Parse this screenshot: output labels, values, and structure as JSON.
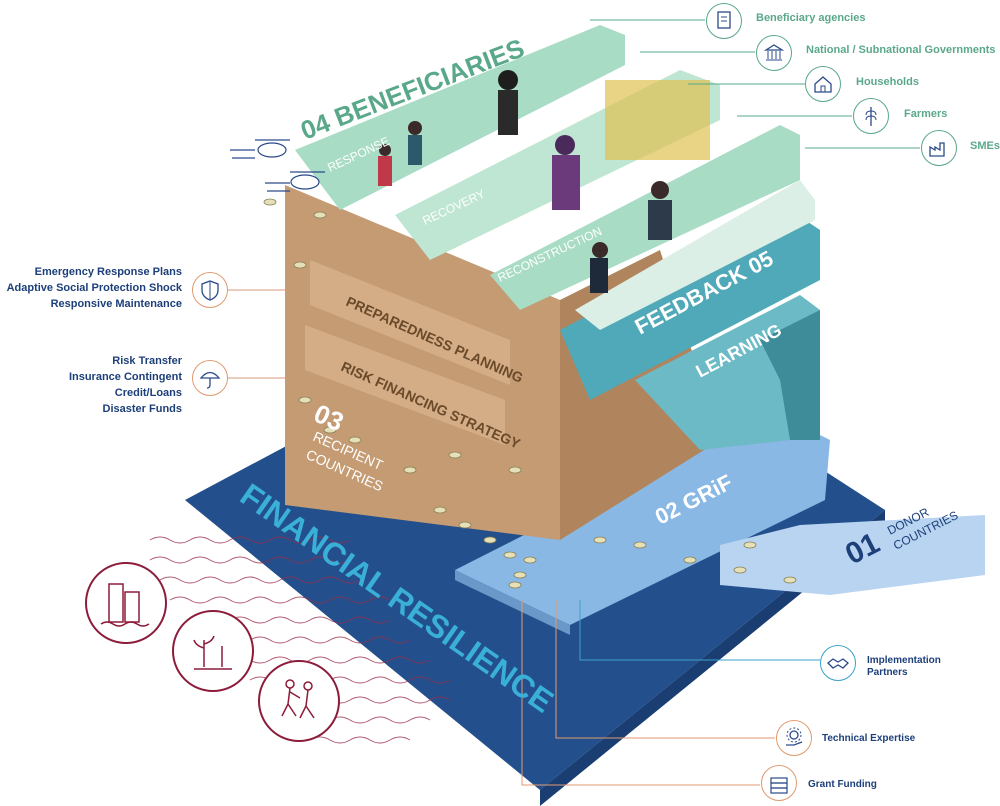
{
  "beneficiaries": {
    "heading_num": "04",
    "heading": "BENEFICIARIES",
    "response": "RESPONSE",
    "recovery": "RECOVERY",
    "reconstruction": "RECONSTRUCTION"
  },
  "feedback": {
    "label": "FEEDBACK",
    "num": "05",
    "learning": "LEARNING"
  },
  "recipient": {
    "preparedness": "PREPAREDNESS PLANNING",
    "risk_strategy": "RISK FINANCING STRATEGY",
    "num": "03",
    "line1": "RECIPIENT",
    "line2": "COUNTRIES"
  },
  "grif": {
    "num": "02",
    "label": "GRiF"
  },
  "donor": {
    "num": "01",
    "line1": "DONOR",
    "line2": "COUNTRIES"
  },
  "base_label": "FINANCIAL RESILIENCE",
  "right_labels": [
    {
      "text": "Beneficiary agencies",
      "icon": "document-icon"
    },
    {
      "text": "National / Subnational Governments",
      "icon": "government-building-icon"
    },
    {
      "text": "Households",
      "icon": "house-icon"
    },
    {
      "text": "Farmers",
      "icon": "wheat-icon"
    },
    {
      "text": "SMEs",
      "icon": "factory-icon"
    }
  ],
  "left_group_1": {
    "lines": [
      "Emergency Response Plans",
      "Adaptive Social Protection Shock",
      "Responsive Maintenance"
    ],
    "icon": "shield-icon"
  },
  "left_group_2": {
    "lines": [
      "Risk Transfer",
      "Insurance Contingent Credit/Loans",
      "Disaster Funds"
    ],
    "icon": "umbrella-icon"
  },
  "bottom_labels": [
    {
      "text_line1": "Implementation",
      "text_line2": "Partners",
      "icon": "handshake-icon"
    },
    {
      "text_line1": "Technical Expertise",
      "text_line2": "",
      "icon": "gear-hand-icon"
    },
    {
      "text_line1": "Grant Funding",
      "text_line2": "",
      "icon": "cash-stack-icon"
    }
  ],
  "hazards": [
    "flooded-buildings-icon",
    "drought-plants-icon",
    "people-fleeing-icon"
  ],
  "colors": {
    "navy": "#23508c",
    "sand": "#c49b73",
    "mint": "#a8dcc4",
    "teal": "#4fa9b8",
    "sky": "#8ab8e4",
    "maroon": "#8c1c3a",
    "green_text": "#5aa88a",
    "blue_text": "#1d3f7a"
  }
}
